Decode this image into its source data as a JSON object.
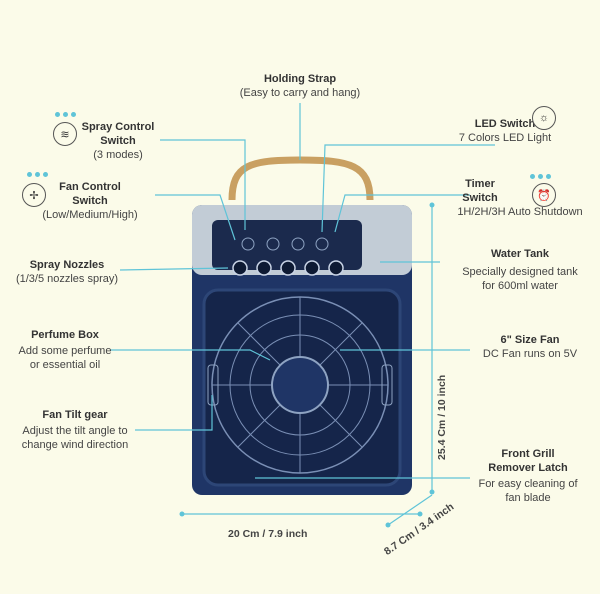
{
  "labels": {
    "holding_strap": {
      "title": "Holding Strap",
      "desc": "(Easy to carry and hang)"
    },
    "spray_control": {
      "title": "Spray Control",
      "title2": "Switch",
      "desc": "(3 modes)"
    },
    "fan_control": {
      "title": "Fan Control",
      "title2": "Switch",
      "desc": "(Low/Medium/High)"
    },
    "led_switch": {
      "title": "LED Switch",
      "desc": "7 Colors LED Light"
    },
    "timer_switch": {
      "title": "Timer",
      "title2": "Switch",
      "desc": "1H/2H/3H Auto Shutdown"
    },
    "spray_nozzles": {
      "title": "Spray Nozzles",
      "desc": "(1/3/5 nozzles spray)"
    },
    "water_tank": {
      "title": "Water Tank",
      "desc": "Specially designed tank",
      "desc2": "for 600ml water"
    },
    "perfume_box": {
      "title": "Perfume Box",
      "desc": "Add some perfume",
      "desc2": "or essential oil"
    },
    "fan_size": {
      "title": "6\" Size Fan",
      "desc": "DC Fan runs on 5V"
    },
    "tilt_gear": {
      "title": "Fan Tilt gear",
      "desc": "Adjust the tilt angle to",
      "desc2": "change wind direction"
    },
    "grill_latch": {
      "title": "Front Grill",
      "title2": "Remover Latch",
      "desc": "For easy cleaning of",
      "desc2": "fan blade"
    }
  },
  "dimensions": {
    "width": "20 Cm / 7.9 inch",
    "height": "25.4 Cm / 10 inch",
    "depth": "8.7 Cm / 3.4 inch"
  },
  "colors": {
    "body": "#1f3566",
    "accent": "#5fc4d8",
    "strap": "#c9a062",
    "background": "#fbfbe9"
  }
}
